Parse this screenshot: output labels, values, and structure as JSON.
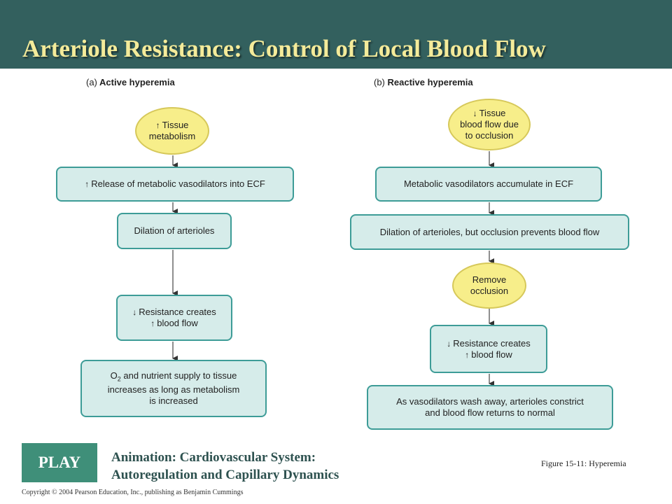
{
  "header": {
    "title": "Arteriole Resistance: Control of Local Blood Flow"
  },
  "panel_a": {
    "label_prefix": "(a)",
    "label": "Active hyperemia",
    "n1_line1": "Tissue",
    "n1_line2": "metabolism",
    "n2": "Release of metabolic vasodilators into ECF",
    "n3": "Dilation of arterioles",
    "n4_line1": "Resistance creates",
    "n4_line2": "blood flow",
    "n5_line1_pre": "O",
    "n5_line1_sub": "2",
    "n5_line1_post": " and nutrient supply to tissue",
    "n5_line2": "increases as long as metabolism",
    "n5_line3": "is increased"
  },
  "panel_b": {
    "label_prefix": "(b)",
    "label": "Reactive hyperemia",
    "n1_line1": "Tissue",
    "n1_line2": "blood flow due",
    "n1_line3": "to occlusion",
    "n2": "Metabolic vasodilators accumulate in ECF",
    "n3": "Dilation of arterioles, but occlusion prevents blood flow",
    "n4_line1": "Remove",
    "n4_line2": "occlusion",
    "n5_line1": "Resistance creates",
    "n5_line2": "blood flow",
    "n6_line1": "As vasodilators wash away, arterioles constrict",
    "n6_line2": "and blood flow returns to normal"
  },
  "symbols": {
    "up": "↑",
    "down": "↓"
  },
  "footer": {
    "play_label": "PLAY",
    "animation_line1": "Animation: Cardiovascular System:",
    "animation_line2": "Autoregulation and Capillary Dynamics",
    "figure_caption": "Figure 15-11: Hyperemia",
    "copyright": "Copyright © 2004 Pearson Education, Inc., publishing as Benjamin Cummings"
  }
}
